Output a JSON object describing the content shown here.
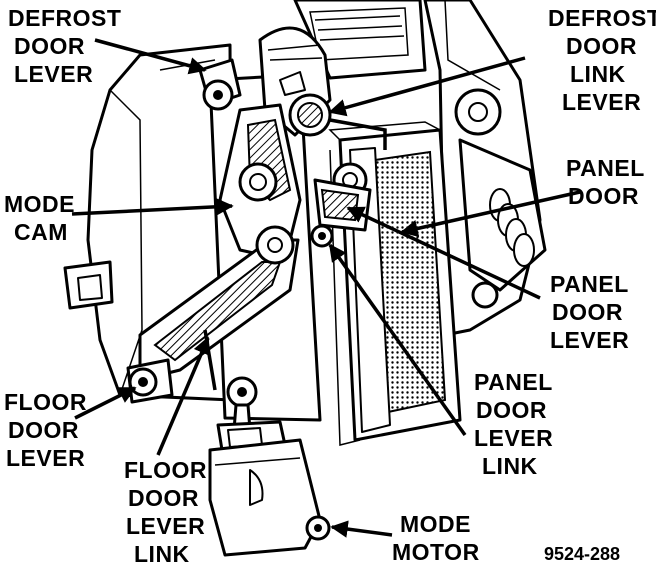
{
  "labels": {
    "defrost_door_lever": [
      "DEFROST",
      "DOOR",
      "LEVER"
    ],
    "defrost_door_link_lever": [
      "DEFROST",
      "DOOR",
      "LINK",
      "LEVER"
    ],
    "panel_door": [
      "PANEL",
      "DOOR"
    ],
    "mode_cam": [
      "MODE",
      "CAM"
    ],
    "panel_door_lever": [
      "PANEL",
      "DOOR",
      "LEVER"
    ],
    "panel_door_lever_link": [
      "PANEL",
      "DOOR",
      "LEVER",
      "LINK"
    ],
    "floor_door_lever": [
      "FLOOR",
      "DOOR",
      "LEVER"
    ],
    "floor_door_lever_link": [
      "FLOOR",
      "DOOR",
      "LEVER",
      "LINK"
    ],
    "mode_motor": [
      "MODE",
      "MOTOR"
    ]
  },
  "figure_number": "9524-288"
}
